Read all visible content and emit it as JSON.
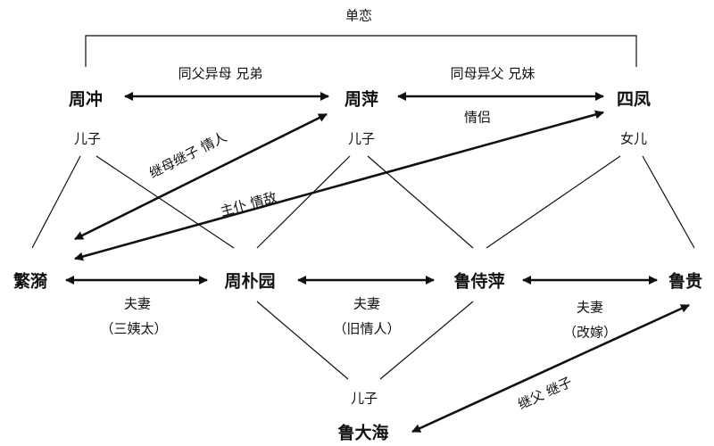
{
  "nodes": {
    "zhouchong": {
      "name": "周冲",
      "role": "儿子"
    },
    "zhouping": {
      "name": "周萍",
      "role": "儿子"
    },
    "sifeng": {
      "name": "四凤",
      "role": "女儿"
    },
    "fanyi": {
      "name": "繁漪"
    },
    "zhoupuyuan": {
      "name": "周朴园"
    },
    "lushiping": {
      "name": "鲁侍萍"
    },
    "lugui": {
      "name": "鲁贵"
    },
    "ludahai": {
      "name": "鲁大海",
      "role": "儿子"
    }
  },
  "relations": {
    "unrequited": "单恋",
    "chong_ping": "同父异母 兄弟",
    "ping_feng": "同母异父 兄妹",
    "lovers": "情侣",
    "stepmother_lover": "继母继子 情人",
    "master_rival": "主仆 情敌",
    "fanyi_puyuan_1": "夫妻",
    "fanyi_puyuan_2": "（三姨太）",
    "puyuan_shiping_1": "夫妻",
    "puyuan_shiping_2": "（旧情人）",
    "shiping_gui_1": "夫妻",
    "shiping_gui_2": "（改嫁）",
    "stepfather_son": "继父 继子"
  }
}
